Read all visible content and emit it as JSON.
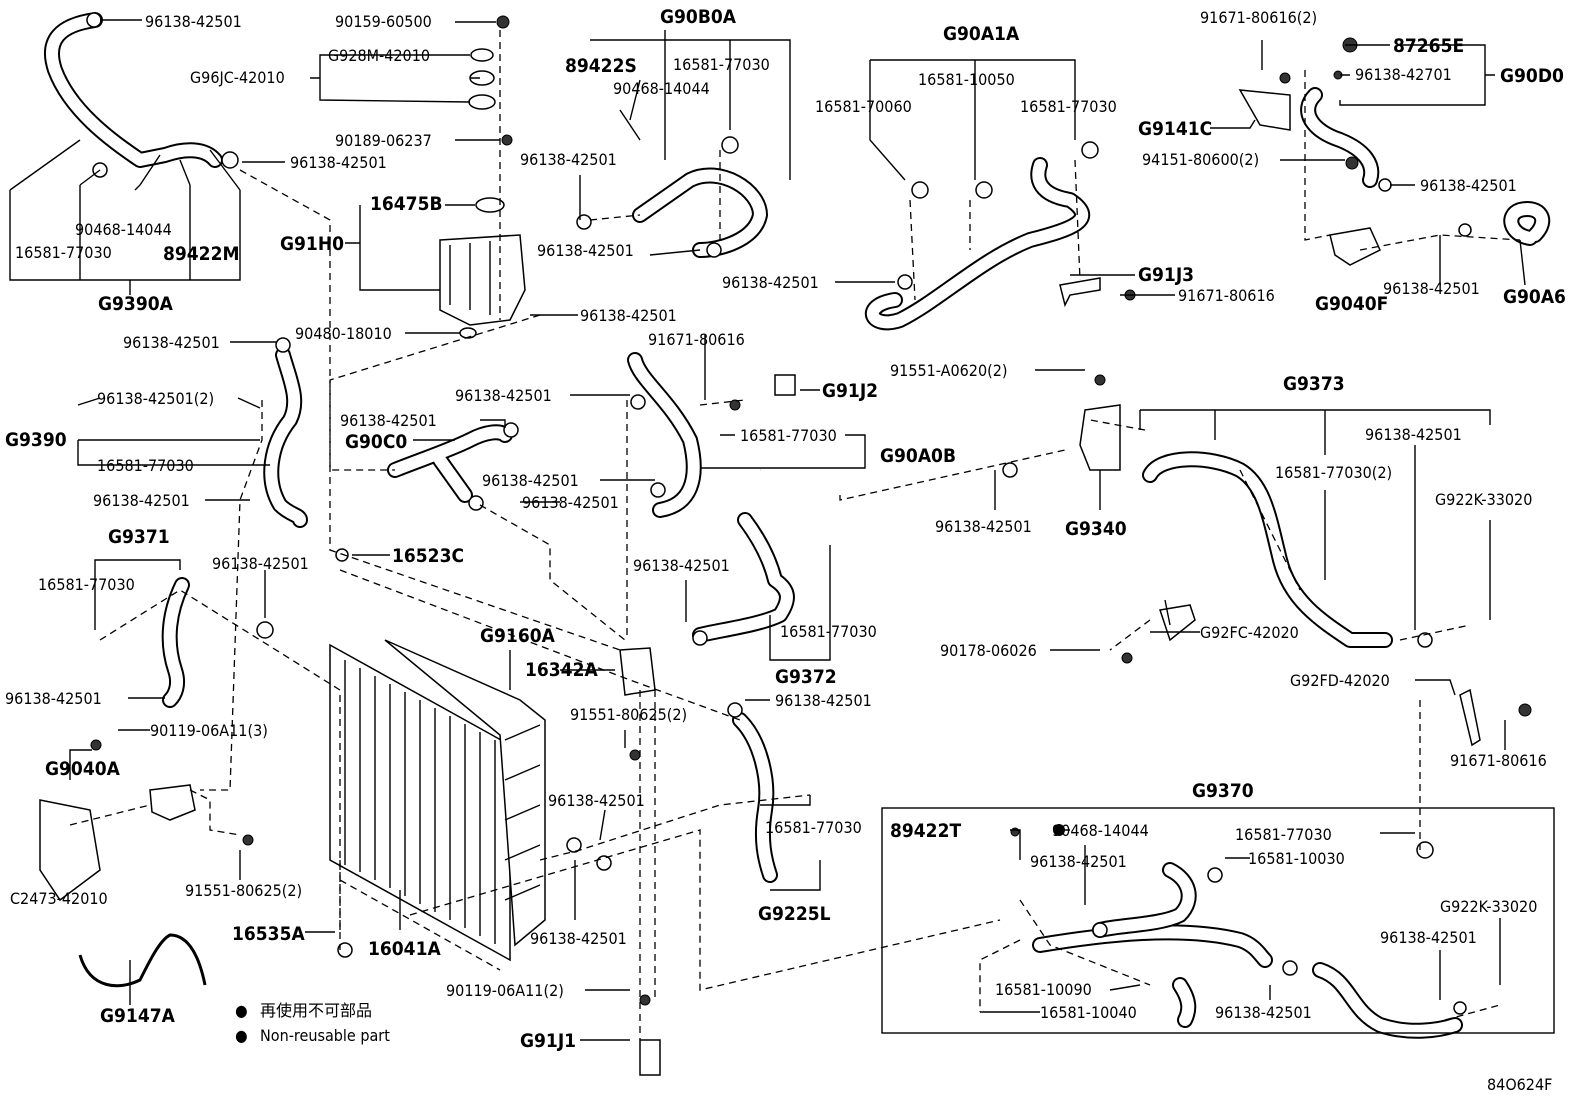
{
  "labels": {
    "l_96138_42501_tl": "96138-42501",
    "l_90159_60500": "90159-60500",
    "l_g928m": "G928M-42010",
    "l_g96jc": "G96JC-42010",
    "l_90189": "90189-06237",
    "l_96138_42501_tl2": "96138-42501",
    "l_90468_14044_a": "90468-14044",
    "l_16581_77030_a": "16581-77030",
    "l_89422m": "89422M",
    "l_g9390a": "G9390A",
    "l_16475b": "16475B",
    "l_g91h0": "G91H0",
    "l_90480": "90480-18010",
    "l_96138_tank": "96138-42501",
    "l_g90b0a": "G90B0A",
    "l_89422s": "89422S",
    "l_16581_b0": "16581-77030",
    "l_90468_b0": "90468-14044",
    "l_96138_b0a": "96138-42501",
    "l_96138_b0b": "96138-42501",
    "l_g90a1a": "G90A1A",
    "l_16581_10050": "16581-10050",
    "l_16581_70060": "16581-70060",
    "l_16581_a1": "16581-77030",
    "l_96138_a1": "96138-42501",
    "l_g91j3": "G91J3",
    "l_91671_j3": "91671-80616",
    "l_91671_d0": "91671-80616(2)",
    "l_87265e": "87265E",
    "l_96138_d0": "96138-42701",
    "l_g90d0": "G90D0",
    "l_g9141c": "G9141C",
    "l_94151": "94151-80600(2)",
    "l_96138_d0b": "96138-42501",
    "l_g9040f": "G9040F",
    "l_96138_d0c": "96138-42501",
    "l_g90a6": "G90A6",
    "l_96138_l1": "96138-42501",
    "l_g9390": "G9390",
    "l_96138_l2": "96138-42501(2)",
    "l_16581_l": "16581-77030",
    "l_96138_l3": "96138-42501",
    "l_96138_c0": "96138-42501",
    "l_g90c0": "G90C0",
    "l_96138_c0b": "96138-42501",
    "l_96138_c0c": "96138-42501",
    "l_96138_c0d": "96138-42501",
    "l_91671_j2": "91671-80616",
    "l_g91j2": "G91J2",
    "l_16581_a0b": "16581-77030",
    "l_g90a0b": "G90A0B",
    "l_91551_a0620": "91551-A0620(2)",
    "l_g9373": "G9373",
    "l_96138_73": "96138-42501",
    "l_16581_73": "16581-77030(2)",
    "l_g922k_73": "G922K-33020",
    "l_96138_40": "96138-42501",
    "l_g9340": "G9340",
    "l_g92fc": "G92FC-42020",
    "l_90178": "90178-06026",
    "l_g92fd": "G92FD-42020",
    "l_91671_fd": "91671-80616",
    "l_g9371": "G9371",
    "l_16581_71": "16581-77030",
    "l_96138_71": "96138-42501",
    "l_16523c": "16523C",
    "l_96138_71b": "96138-42501",
    "l_90119_a": "90119-06A11(3)",
    "l_g9040a": "G9040A",
    "l_c2473": "C2473-42010",
    "l_91551_80625_a": "91551-80625(2)",
    "l_g9160a": "G9160A",
    "l_16342a": "16342A",
    "l_91551_80625_b": "91551-80625(2)",
    "l_96138_72": "96138-42501",
    "l_16581_72": "16581-77030",
    "l_g9372": "G9372",
    "l_96138_mid": "96138-42501",
    "l_96138_rad": "96138-42501",
    "l_96138_rad2": "96138-42501",
    "l_16581_225": "16581-77030",
    "l_g9225l": "G9225L",
    "l_16535a": "16535A",
    "l_16041a": "16041A",
    "l_90119_b": "90119-06A11(2)",
    "l_g91j1": "G91J1",
    "l_g9147a": "G9147A",
    "l_g9370": "G9370",
    "l_89422t": "89422T",
    "l_90468_70": "90468-14044",
    "l_96138_70a": "96138-42501",
    "l_16581_10030": "16581-10030",
    "l_16581_70": "16581-77030",
    "l_g922k_70": "G922K-33020",
    "l_96138_70b": "96138-42501",
    "l_16581_10090": "16581-10090",
    "l_16581_10040": "16581-10040",
    "l_96138_70c": "96138-42501",
    "l_code": "84O624F"
  },
  "legend": {
    "line_jp": "再使用不可部品",
    "line_en": "Non-reusable part",
    "bullet": "●"
  }
}
